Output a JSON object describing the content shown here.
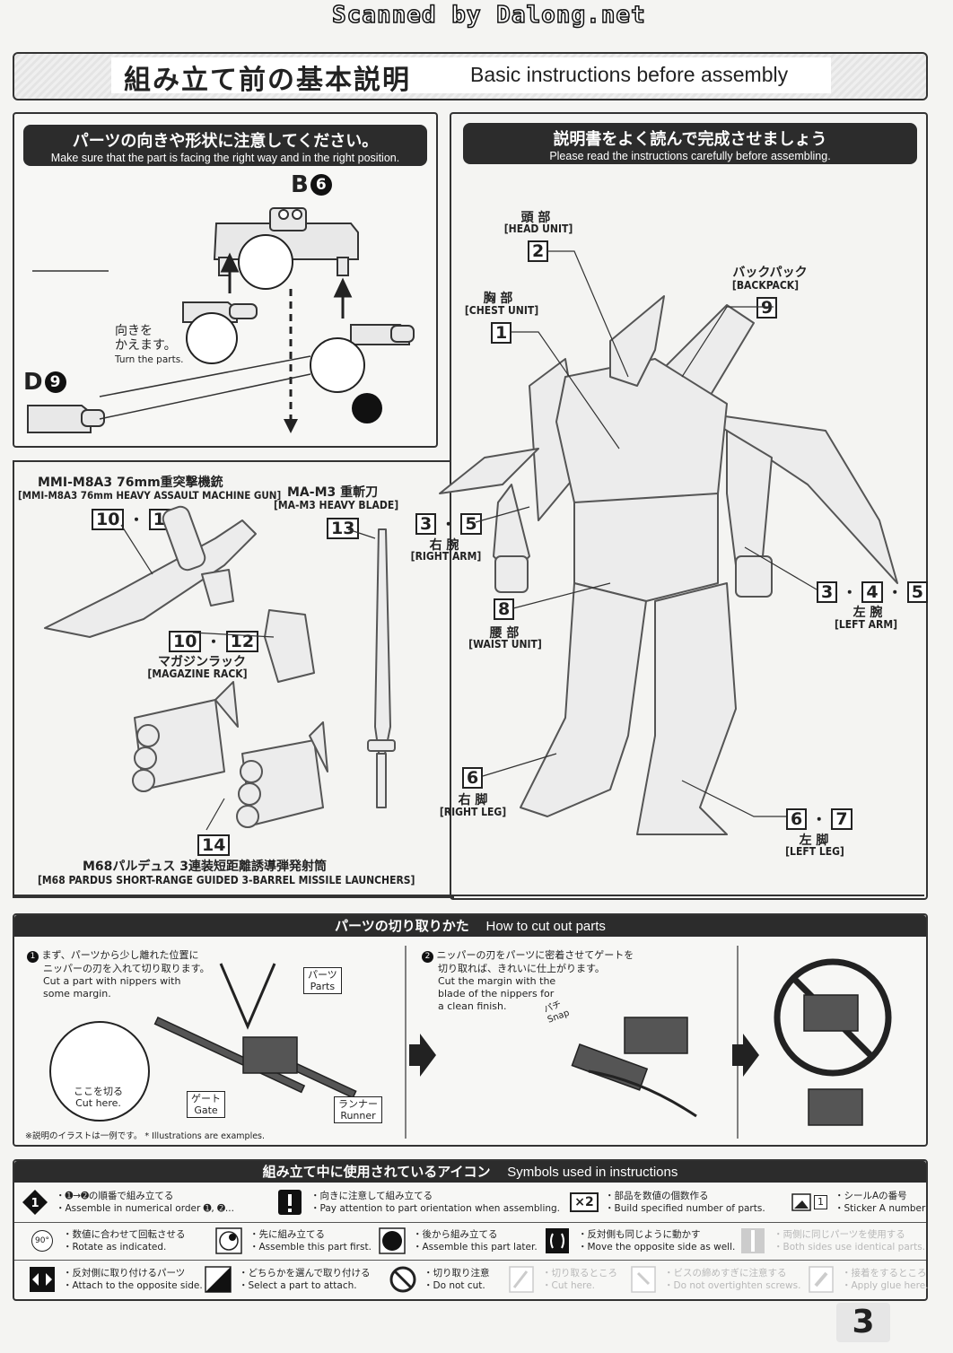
{
  "watermark": "Scanned by Dalong.net",
  "header": {
    "title_jp": "組み立て前の基本説明",
    "title_en": "Basic instructions before assembly"
  },
  "panel_left": {
    "title_jp": "パーツの向きや形状に注意してください。",
    "title_en": "Make sure that the part is facing the right way and in the right position.",
    "callout_b": "B",
    "callout_b_num": "6",
    "callout_d": "D",
    "callout_d_num": "9",
    "turn_jp_1": "向きを",
    "turn_jp_2": "かえます。",
    "turn_en": "Turn the parts."
  },
  "panel_right": {
    "title_jp": "説明書をよく読んで完成させましょう",
    "title_en": "Please read the instructions carefully before assembling."
  },
  "units": {
    "head": {
      "jp": "頭 部",
      "en": "[HEAD UNIT]",
      "num": "2"
    },
    "backpack": {
      "jp": "バックパック",
      "en": "[BACKPACK]",
      "num": "9"
    },
    "chest": {
      "jp": "胸 部",
      "en": "[CHEST UNIT]",
      "num": "1"
    },
    "right_arm": {
      "jp": "右 腕",
      "en": "[RIGHT ARM]",
      "num_a": "3",
      "num_b": "5"
    },
    "left_arm": {
      "jp": "左 腕",
      "en": "[LEFT ARM]",
      "num_a": "3",
      "num_b": "4",
      "num_c": "5"
    },
    "waist": {
      "jp": "腰 部",
      "en": "[WAIST UNIT]",
      "num": "8"
    },
    "right_leg": {
      "jp": "右 脚",
      "en": "[RIGHT LEG]",
      "num": "6"
    },
    "left_leg": {
      "jp": "左 脚",
      "en": "[LEFT LEG]",
      "num_a": "6",
      "num_b": "7"
    }
  },
  "weapons": {
    "gun": {
      "jp": "MMI-M8A3 76mm重突撃機銃",
      "en": "[MMI-M8A3 76mm HEAVY ASSAULT MACHINE GUN]",
      "num_a": "10",
      "num_b": "11"
    },
    "blade": {
      "jp": "MA-M3 重斬刀",
      "en": "[MA-M3 HEAVY BLADE]",
      "num": "13"
    },
    "magazine": {
      "jp": "マガジンラック",
      "en": "[MAGAZINE RACK]",
      "num_a": "10",
      "num_b": "12"
    },
    "missile": {
      "jp": "M68パルデュス 3連装短距離誘導弾発射筒",
      "en": "[M68 PARDUS SHORT-RANGE GUIDED 3-BARREL MISSILE LAUNCHERS]",
      "num": "14"
    }
  },
  "cut_section": {
    "title_jp": "パーツの切り取りかた",
    "title_en": "How to cut out parts",
    "step1_jp_1": "まず、パーツから少し離れた位置に",
    "step1_jp_2": "ニッパーの刃を入れて切り取ります。",
    "step1_en_1": "Cut a part with nippers with",
    "step1_en_2": "some margin.",
    "step2_jp_1": "ニッパーの刃をパーツに密着させてゲートを",
    "step2_jp_2": "切り取れば、きれいに仕上がります。",
    "step2_en_1": "Cut the margin with the",
    "step2_en_2": "blade of the nippers for",
    "step2_en_3": "a clean finish.",
    "parts_jp": "パーツ",
    "parts_en": "Parts",
    "cut_here_jp": "ここを切る",
    "cut_here_en": "Cut here.",
    "gate_jp": "ゲート",
    "gate_en": "Gate",
    "runner_jp": "ランナー",
    "runner_en": "Runner",
    "snap_jp": "パチ",
    "snap_en": "Snap",
    "note": "※説明のイラストは一例です。 * Illustrations are examples."
  },
  "symbols": {
    "title_jp": "組み立て中に使用されているアイコン",
    "title_en": "Symbols used in instructions",
    "items": [
      {
        "jp": "・➊→➋の順番で組み立てる",
        "en": "・Assemble in numerical order ➊, ➋...",
        "icon": "numbered-order-icon"
      },
      {
        "jp": "・向きに注意して組み立てる",
        "en": "・Pay attention to part orientation when assembling.",
        "icon": "attention-icon"
      },
      {
        "jp": "・部品を数値の個数作る",
        "en": "・Build specified number of parts.",
        "icon": "x2-icon"
      },
      {
        "jp": "・シールAの番号",
        "en": "・Sticker A number",
        "icon": "sticker-icon"
      },
      {
        "jp": "・数値に合わせて回転させる",
        "en": "・Rotate as indicated.",
        "icon": "rotate-icon"
      },
      {
        "jp": "・先に組み立てる",
        "en": "・Assemble this part first.",
        "icon": "first-icon"
      },
      {
        "jp": "・後から組み立てる",
        "en": "・Assemble this part later.",
        "icon": "later-icon"
      },
      {
        "jp": "・反対側も同じように動かす",
        "en": "・Move the opposite side as well.",
        "icon": "opposite-move-icon"
      },
      {
        "jp": "・両側に同じパーツを使用する",
        "en": "・Both sides use identical parts.",
        "icon": "identical-icon"
      },
      {
        "jp": "・反対側に取り付けるパーツ",
        "en": "・Attach to the opposite side.",
        "icon": "opposite-attach-icon"
      },
      {
        "jp": "・どちらかを選んで取り付ける",
        "en": "・Select a part to attach.",
        "icon": "select-icon"
      },
      {
        "jp": "・切り取り注意",
        "en": "・Do not cut.",
        "icon": "no-cut-icon"
      },
      {
        "jp": "・切り取るところ",
        "en": "・Cut here.",
        "icon": "cut-here-icon"
      },
      {
        "jp": "・ビスの締めすぎに注意する",
        "en": "・Do not overtighten screws.",
        "icon": "screw-icon"
      },
      {
        "jp": "・接着をするところ",
        "en": "・Apply glue here.",
        "icon": "glue-icon"
      }
    ],
    "sticker_num": "1",
    "rotate_val": "90°",
    "x2": "×2"
  },
  "page_number": "3"
}
